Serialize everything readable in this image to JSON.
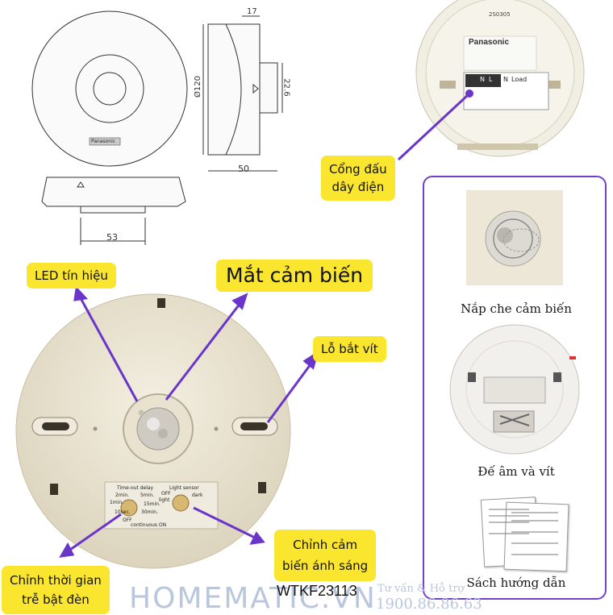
{
  "drawing": {
    "dim_top": "17",
    "dim_diameter": "Ø120",
    "dim_height": "22.6",
    "dim_width": "50",
    "dim_bottom": "53",
    "brand_mark": "Panasonic"
  },
  "photo_top": {
    "brand": "Panasonic",
    "serial": "2S0305",
    "terminal_labels": [
      "N",
      "L",
      "N",
      "Load"
    ]
  },
  "labels": {
    "led": "LED tín hiệu",
    "sensor_eye": "Mắt cảm biến",
    "screw_hole": "Lỗ bắt vít",
    "terminal_port_line1": "Cổng đấu",
    "terminal_port_line2": "dây điện",
    "time_delay_line1": "Chỉnh thời gian",
    "time_delay_line2": "trễ bật đèn",
    "light_sensor_line1": "Chỉnh cảm",
    "light_sensor_line2": "biến ánh sáng"
  },
  "dials": {
    "time_title": "Time-out delay",
    "time_marks": [
      "2min.",
      "5min.",
      "1min.",
      "15min.",
      "10sec.",
      "30min.",
      "OFF"
    ],
    "time_footer": "continuous ON",
    "light_title": "Light sensor",
    "light_marks": [
      "OFF",
      "light",
      "dark"
    ]
  },
  "accessories": {
    "title_cover": "Nắp che cảm biến",
    "title_base": "Đế âm và vít",
    "title_manual": "Sách hướng dẫn"
  },
  "footer": {
    "model": "WTKF23113",
    "watermark": "HOMEMATIC.VN",
    "support": "Tư vấn & Hỗ trợ",
    "hotline": "1900.86.86.63"
  },
  "colors": {
    "callout_bg": "#fbe62f",
    "arrow": "#6a35c9",
    "device": "#ece6d3"
  }
}
